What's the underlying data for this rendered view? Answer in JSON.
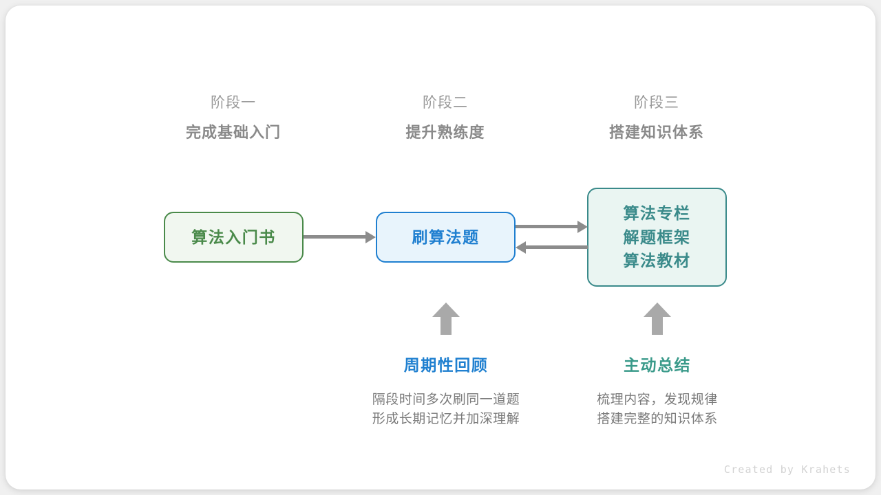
{
  "canvas": {
    "background": "#f0f0f0",
    "card_background": "#ffffff"
  },
  "palette": {
    "green": "#4a8a4a",
    "green_fill": "#f1f7f0",
    "blue": "#1f7fd0",
    "blue_fill": "#e8f4fc",
    "teal": "#3a8a8a",
    "teal_fill": "#eaf5f2",
    "arrow_gray": "#8c8c8c",
    "up_arrow_gray": "#a9a9a9",
    "header_gray": "#9a9a9a",
    "header_bold_gray": "#8a8a8a",
    "desc_gray": "#7a7a7a",
    "credit_gray": "#d2d2d2"
  },
  "stages": [
    {
      "kicker": "阶段一",
      "title": "完成基础入门"
    },
    {
      "kicker": "阶段二",
      "title": "提升熟练度"
    },
    {
      "kicker": "阶段三",
      "title": "搭建知识体系"
    }
  ],
  "nodes": [
    {
      "id": "intro-book",
      "lines": [
        "算法入门书"
      ],
      "border_color": "#4a8a4a",
      "fill_color": "#f1f7f0",
      "text_color": "#4a8a4a"
    },
    {
      "id": "practice-problems",
      "lines": [
        "刷算法题"
      ],
      "border_color": "#1f7fd0",
      "fill_color": "#e8f4fc",
      "text_color": "#1f7fd0"
    },
    {
      "id": "knowledge-resources",
      "lines": [
        "算法专栏",
        "解题框架",
        "算法教材"
      ],
      "border_color": "#3a8a8a",
      "fill_color": "#eaf5f2",
      "text_color": "#3a8a8a"
    }
  ],
  "connectors": [
    {
      "id": "book-to-practice",
      "direction": "right",
      "color": "#8c8c8c"
    },
    {
      "id": "practice-to-resources",
      "direction": "right",
      "color": "#8c8c8c"
    },
    {
      "id": "resources-to-practice",
      "direction": "left",
      "color": "#8c8c8c"
    }
  ],
  "annotations": [
    {
      "id": "periodic-review",
      "title": "周期性回顾",
      "title_color": "#2080d0",
      "desc_lines": [
        "隔段时间多次刷同一道题",
        "形成长期记忆并加深理解"
      ],
      "arrow": "up-arrow-icon"
    },
    {
      "id": "active-summary",
      "title": "主动总结",
      "title_color": "#3a9a8a",
      "desc_lines": [
        "梳理内容，发现规律",
        "搭建完整的知识体系"
      ],
      "arrow": "up-arrow-icon"
    }
  ],
  "credit": "Created by Krahets"
}
